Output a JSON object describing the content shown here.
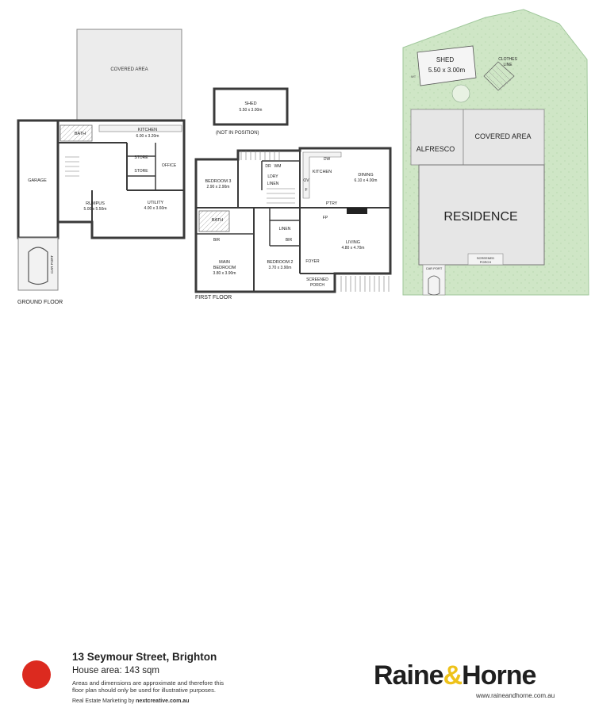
{
  "plan_labels": {
    "covered_area_top": "COVERED AREA",
    "kitchen": "KITCHEN",
    "kitchen_dim": "6.00 x 3.20m",
    "bath_ground": "BATH",
    "store1": "STORE",
    "store2": "STORE",
    "office": "OFFICE",
    "garage": "GARAGE",
    "rumpus": "RUMPUS",
    "rumpus_dim": "5.00 x 5.50m",
    "utility": "UTILITY",
    "utility_dim": "4.00 x 3.60m",
    "car_port": "CAR PORT",
    "ground_floor": "GROUND FLOOR",
    "shed": "SHED",
    "shed_dim": "5.50 x 3.00m",
    "not_in_position": "(NOT IN POSITION)",
    "bedroom3": "BEDROOM 3",
    "bedroom3_dim": "2.90 x 2.90m",
    "dr": "DR",
    "wm": "WM",
    "ldry": "LDRY",
    "linen1": "LINEN",
    "kitchen1": "KITCHEN",
    "dw": "DW",
    "dining": "DINING",
    "dining_dim": "6.10 x 4.00m",
    "ov": "OV",
    "f": "F",
    "bath_first": "BATH",
    "pantry": "P'TRY",
    "fp": "FP",
    "linen2": "LINEN",
    "bir1": "BIR",
    "bir2": "BIR",
    "living": "LIVING",
    "living_dim": "4.80 x 4.70m",
    "main_bedroom1": "MAIN",
    "main_bedroom2": "BEDROOM",
    "main_bedroom_dim": "3.80 x 3.90m",
    "bedroom2": "BEDROOM 2",
    "bedroom2_dim": "3.70 x 3.90m",
    "foyer": "FOYER",
    "screened_porch1": "SCREENED",
    "screened_porch2": "PORCH",
    "first_floor": "FIRST FLOOR",
    "site_shed": "SHED",
    "site_shed_dim": "5.50 x 3.00m",
    "clothes_line1": "CLOTHES",
    "clothes_line2": "LINE",
    "alfresco": "ALFRESCO",
    "site_covered_area": "COVERED AREA",
    "residence": "RESIDENCE",
    "site_screened1": "SCREENED",
    "site_screened2": "PORCH",
    "site_car_port": "CAR PORT",
    "wt": "WT"
  },
  "footer": {
    "address": "13 Seymour Street, Brighton",
    "house_area": "House area: 143 sqm",
    "disclaimer": "Areas and dimensions are approximate and therefore this floor plan should only be used for illustrative purposes.",
    "marketing_prefix": "Real Estate Marketing by ",
    "marketing_url": "nextcreative.com.au",
    "brand_left": "Raine",
    "brand_amp": "&",
    "brand_right": "Horne",
    "brand_url": "www.raineandhorne.com.au"
  },
  "colors": {
    "wall": "#3a3a3a",
    "grass": "#cfe6c6",
    "grass_edge": "#9fc79a",
    "building_grey": "#e6e6e6",
    "brand_red": "#dc2a1f",
    "brand_yellow": "#eec21a"
  }
}
